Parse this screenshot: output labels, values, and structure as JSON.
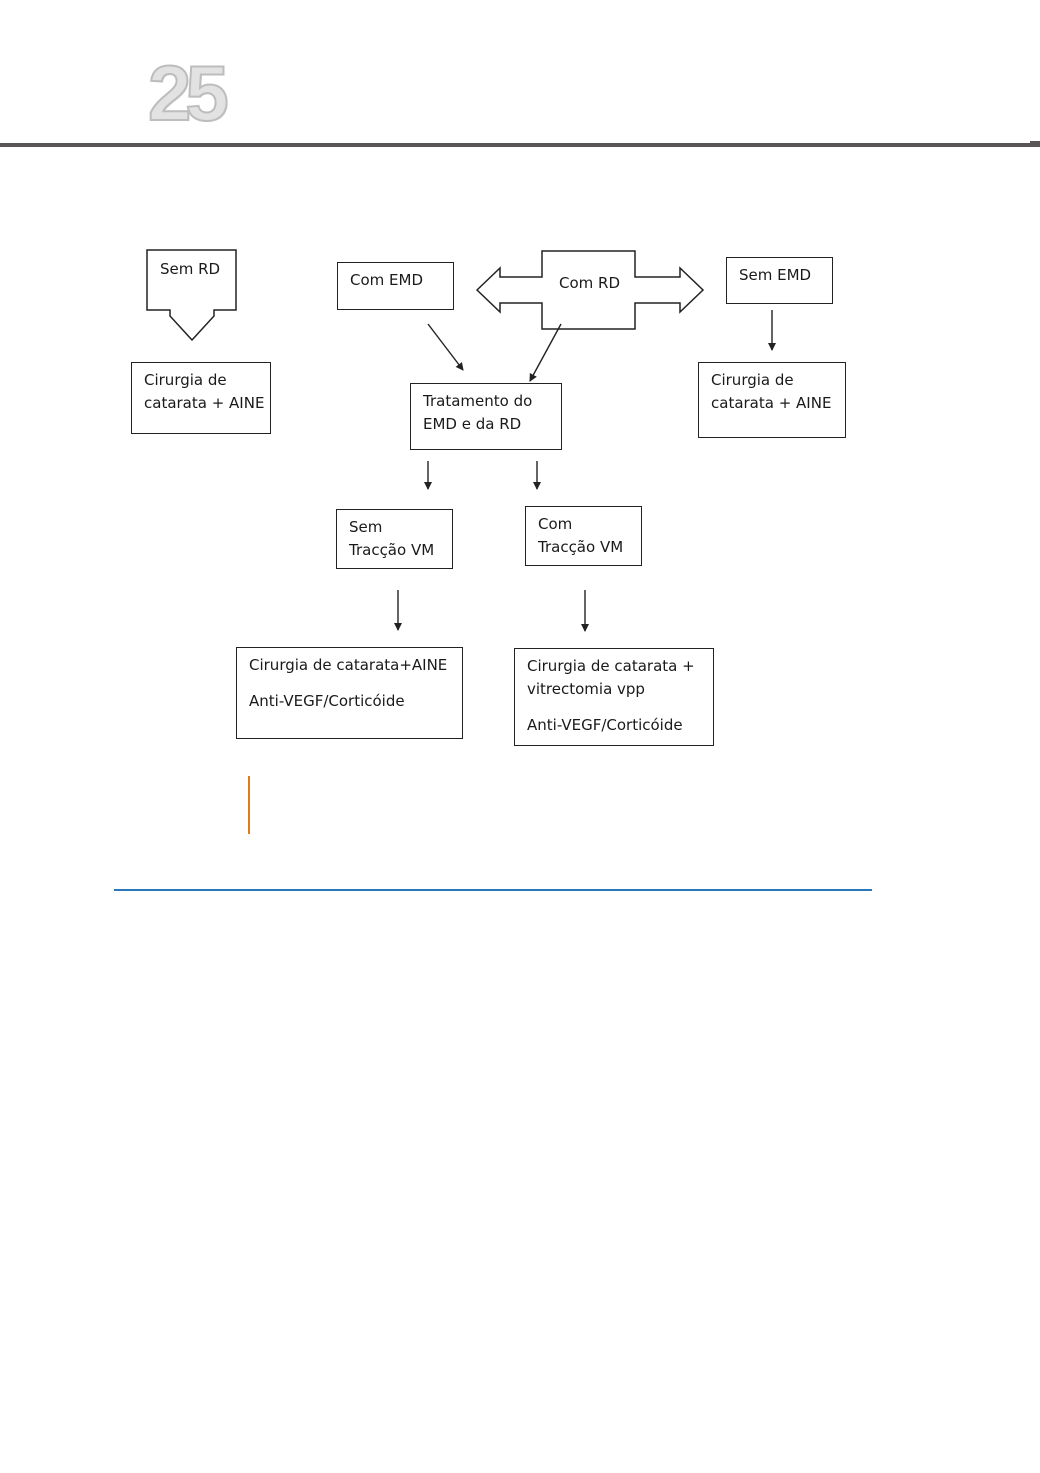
{
  "header": {
    "page_number": "25"
  },
  "diagram": {
    "sem_rd": "Sem RD",
    "com_emd": "Com EMD",
    "com_rd": "Com RD",
    "sem_emd": "Sem EMD",
    "cirurgia_left": [
      "Cirurgia de",
      "catarata + AINE"
    ],
    "tratamento": [
      "Tratamento do",
      "EMD e da RD"
    ],
    "cirurgia_right": [
      "Cirurgia de",
      "catarata + AINE"
    ],
    "sem_traccao": [
      "Sem",
      "Tracção VM"
    ],
    "com_traccao": [
      "Com",
      "Tracção VM"
    ],
    "result_left": [
      "Cirurgia de catarata+AINE",
      "Anti-VEGF/Corticóide"
    ],
    "result_right": [
      "Cirurgia de catarata +",
      "vitrectomia  vpp",
      "Anti-VEGF/Corticóide"
    ]
  },
  "colors": {
    "header_rule": "#5a5656",
    "accent": "#e07b20",
    "footer_rule": "#2a78c0"
  }
}
